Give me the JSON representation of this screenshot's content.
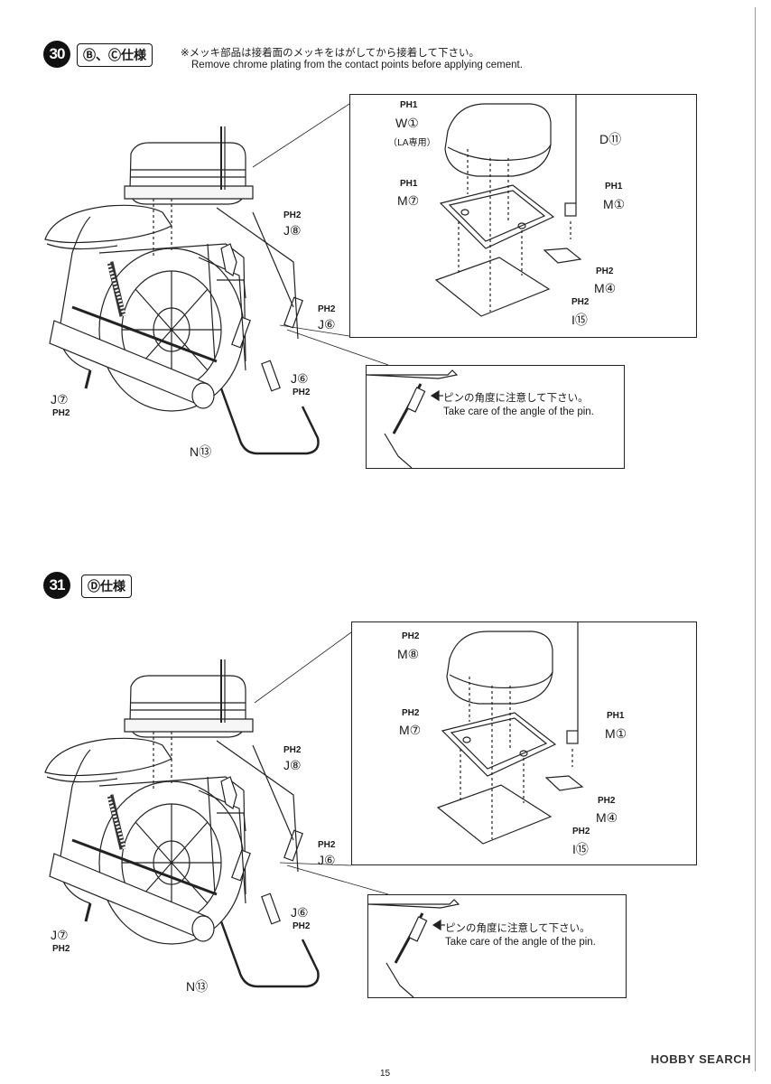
{
  "steps": [
    {
      "number": "30",
      "spec": "Ⓑ、Ⓒ仕様",
      "note_jp": "※メッキ部品は接着面のメッキをはがしてから接着して下さい。",
      "note_en": "Remove chrome plating from the contact points before applying cement.",
      "detail_labels": {
        "box_top_ph": "PH1",
        "box_top_part": "W①",
        "box_top_sub": "（LA専用）",
        "d_part": "D⑪",
        "tray_ph": "PH1",
        "tray_part": "M⑦",
        "pin_ph": "PH1",
        "pin_part": "M①",
        "bracket_ph": "PH2",
        "bracket_part": "M④",
        "base_ph": "PH2",
        "base_part": "I⑮"
      },
      "main_labels": {
        "j8_ph": "PH2",
        "j8": "J⑧",
        "j6a_ph": "PH2",
        "j6a": "J⑥",
        "j6b": "J⑥",
        "j6b_ph": "PH2",
        "j7": "J⑦",
        "j7_ph": "PH2",
        "n13": "N⑬"
      },
      "pin_note_jp": "ピンの角度に注意して下さい。",
      "pin_note_en": "Take care of the angle of the pin."
    },
    {
      "number": "31",
      "spec": "Ⓓ仕様",
      "detail_labels": {
        "box_top_ph": "PH2",
        "box_top_part": "M⑧",
        "tray_ph": "PH2",
        "tray_part": "M⑦",
        "pin_ph": "PH1",
        "pin_part": "M①",
        "bracket_ph": "PH2",
        "bracket_part": "M④",
        "base_ph": "PH2",
        "base_part": "I⑮"
      },
      "main_labels": {
        "j8_ph": "PH2",
        "j8": "J⑧",
        "j6a_ph": "PH2",
        "j6a": "J⑥",
        "j6b": "J⑥",
        "j6b_ph": "PH2",
        "j7": "J⑦",
        "j7_ph": "PH2",
        "n13": "N⑬"
      },
      "pin_note_jp": "ピンの角度に注意して下さい。",
      "pin_note_en": "Take care of the angle of the pin."
    }
  ],
  "footer": {
    "page_number": "15",
    "watermark": "HOBBY SEARCH"
  }
}
